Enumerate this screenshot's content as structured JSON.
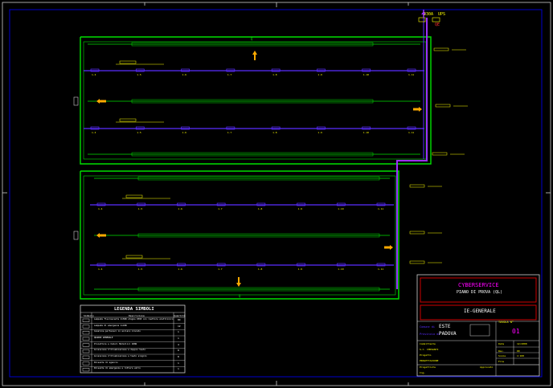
{
  "colors": {
    "background": "#000000",
    "frame": "#0000cc",
    "border_white": "#cfcfcf",
    "outline_green": "#00e000",
    "cable_blue": "#5a2cff",
    "cable_purple": "#9a30ff",
    "label_yellow": "#ffff00",
    "arrow_orange": "#ffaa00",
    "title_magenta": "#ff00ff",
    "title_red": "#ff3030",
    "stamp_red": "#cc0000"
  },
  "header": {
    "supply_label": "230A",
    "ups_label": "UPS",
    "panel_tag": "QE"
  },
  "plan": {
    "areas": [
      {
        "name": "upper-hall",
        "rows": 5
      },
      {
        "name": "lower-hall",
        "rows": 5
      }
    ],
    "fixtures_per_row": 8,
    "circuit_tags_row": [
      "1.4",
      "1.5",
      "1.6",
      "1.7",
      "1.8",
      "1.9",
      "1.10",
      "1.11"
    ],
    "zone_markers": [
      "Q",
      "Q"
    ]
  },
  "legend": {
    "title": "LEGENDA SIMBOLI",
    "col_symbol": "Simbolo",
    "col_description": "Descrizione",
    "col_qty": "Quantità",
    "rows": [
      {
        "desc": "Lampada fluorescente 2x58W stagna IP65 con reattore elettronico",
        "qty": "84"
      },
      {
        "desc": "Lampada di emergenza 1x18W",
        "qty": "12"
      },
      {
        "desc": "Canalina portacavi in acciaio zincato",
        "qty": "1"
      },
      {
        "desc": "QUADRO GENERALE",
        "qty": "1"
      },
      {
        "desc": "Proiettore a Ioduri Metallici 400W",
        "qty": "4"
      },
      {
        "desc": "Accensione d'Illuminazione a doppio tasto",
        "qty": "8"
      },
      {
        "desc": "Accensione d'Illuminazione a tasto singolo",
        "qty": "8"
      },
      {
        "desc": "Pulsante di sgancio",
        "qty": "1"
      },
      {
        "desc": "Pulsante di emergenza a rottura vetro",
        "qty": "1"
      }
    ]
  },
  "title_block": {
    "company": "CYBERSERVICE",
    "drawing_title": "PIANO DI PROVA (QL)",
    "drawing_subtitle": "IE-GENERALE",
    "sheet_label": "TAVOLA N°",
    "sheet_number": "01",
    "location_label_1": "Comune di",
    "location_1": "ESTE",
    "location_label_2": "Provincia di",
    "location_2": "PADOVA",
    "client_label": "Committente",
    "client_value": "S.C. IMPIANTI",
    "project_label": "Progetto",
    "project_value": "PROGETTAZIONE",
    "date_label": "Data",
    "rev_label": "Rev.",
    "scale_label": "Scala",
    "scale_value": "1:100",
    "file_label": "File",
    "designer_label": "Progettista",
    "designer_value": "Ing.",
    "approval_label": "Approvato",
    "date_value": "12/2008",
    "rev_value": "00"
  }
}
